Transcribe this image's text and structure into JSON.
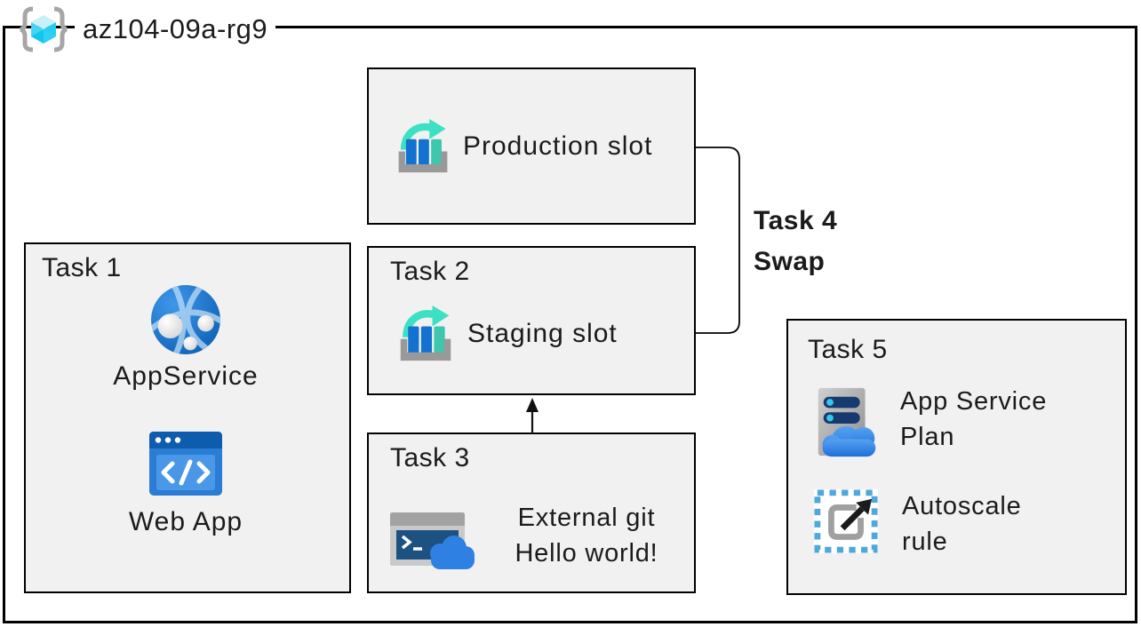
{
  "header": {
    "title": "az104-09a-rg9",
    "icon": "resource-group-icon"
  },
  "production": {
    "label": "Production slot",
    "icon": "deployment-slots-icon"
  },
  "task1": {
    "title": "Task 1",
    "items": [
      {
        "icon": "app-service-icon",
        "label": "AppService"
      },
      {
        "icon": "web-app-icon",
        "label": "Web App"
      }
    ]
  },
  "task2": {
    "title": "Task 2",
    "label": "Staging slot",
    "icon": "deployment-slots-icon"
  },
  "task3": {
    "title": "Task 3",
    "icon": "cloud-shell-icon",
    "line1": "External git",
    "line2": "Hello world!"
  },
  "task4": {
    "line1": "Task 4",
    "line2": "Swap",
    "connector": "swap-bracket-connector"
  },
  "task5": {
    "title": "Task 5",
    "items": [
      {
        "icon": "app-service-plan-icon",
        "line1": "App Service",
        "line2": "Plan"
      },
      {
        "icon": "autoscale-icon",
        "line1": "Autoscale",
        "line2": "rule"
      }
    ]
  },
  "connectors": {
    "task3_to_task2": "up-arrow"
  },
  "colors": {
    "box_fill": "#f1f1f1",
    "box_border": "#000000",
    "slot_bar_blue": "#1372d0",
    "slot_bar_teal": "#3fc7ad",
    "slot_arrow_teal": "#3ce0c2",
    "tray_gray": "#999999",
    "globe_blue": "#1b74cc",
    "webapp_header_blue": "#0d5cae",
    "webapp_body_blue": "#2a7dd4",
    "webapp_panel_blue": "#4a97e8",
    "terminal_navy": "#1d5181",
    "window_gray": "#c9c9c9",
    "cloud_blue": "#2e80e2",
    "server_pill_navy": "#173a6e",
    "server_dot_cyan": "#35c8ea",
    "autoscale_dash_blue": "#4fa8da",
    "cube_cyan": "#28cef1",
    "brace_gray": "#a6a6a6"
  }
}
